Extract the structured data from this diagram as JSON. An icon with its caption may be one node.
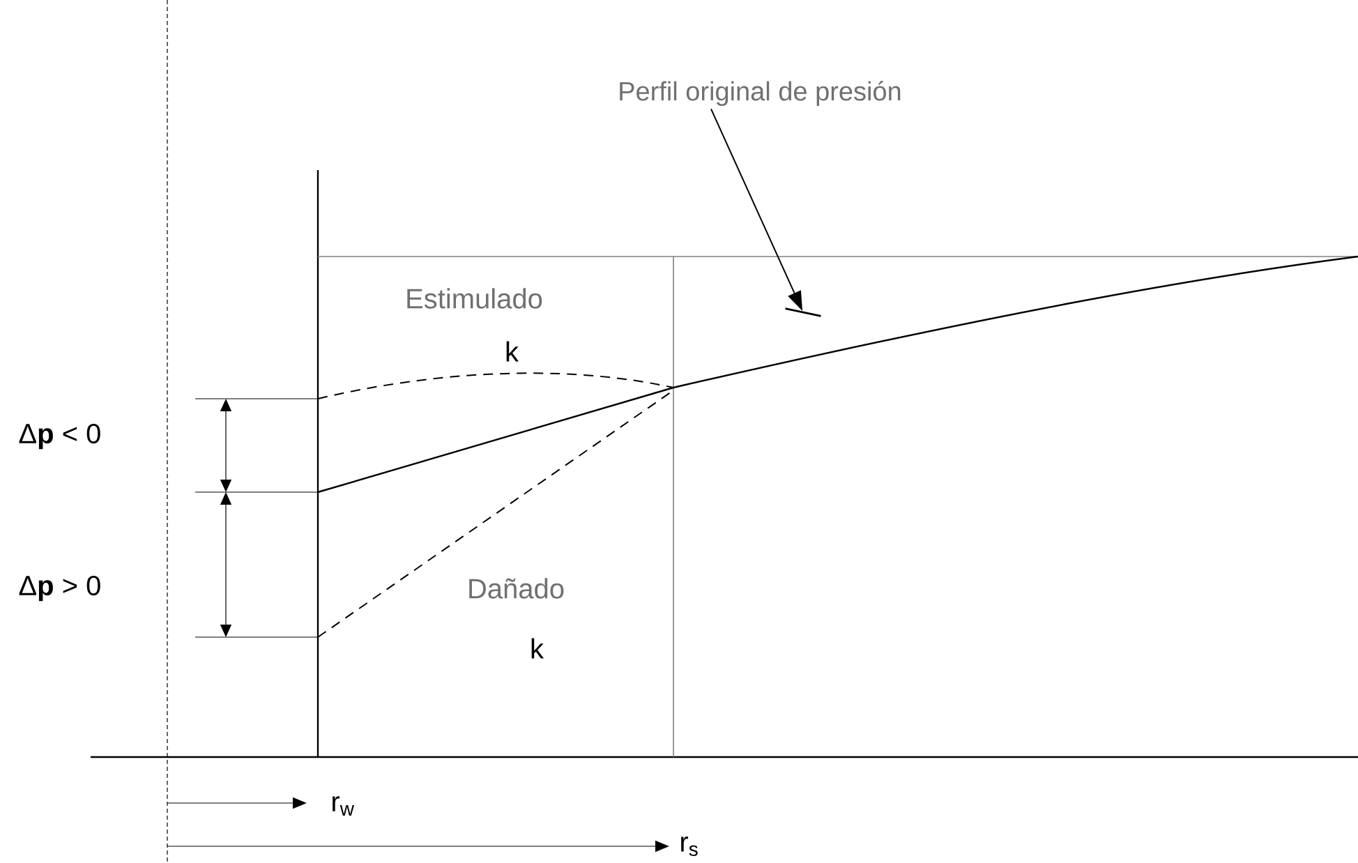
{
  "diagram": {
    "nodes": [
      {
        "text": [
          "Perfil original de presión"
        ]
      },
      {
        "text": [],
        "shape": "line"
      }
    ],
    "edges": [
      {
        "from": 0,
        "to": 1,
        "arrow": "to"
      }
    ],
    "labels": [
      "Estimulado",
      "k",
      "Δ**p** < 0",
      "Δ**p** > 0",
      "Dañado",
      "k",
      "r$_{w}$",
      "r$_{s}$"
    ]
  }
}
